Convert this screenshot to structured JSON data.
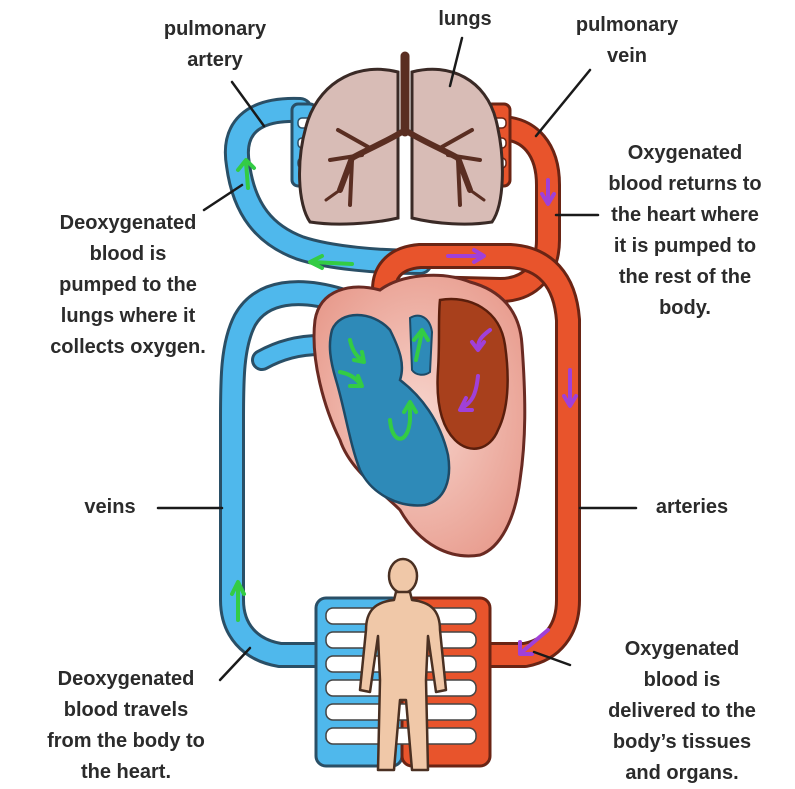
{
  "labels": {
    "pulmonary_artery": [
      "pulmonary",
      "artery"
    ],
    "lungs": [
      "lungs"
    ],
    "pulmonary_vein": [
      "pulmonary",
      "vein"
    ],
    "oxygenated_returns": [
      "Oxygenated",
      "blood returns to",
      "the heart where",
      "it is pumped to",
      "the rest of the",
      "body."
    ],
    "deoxygenated_pumped": [
      "Deoxygenated",
      "blood is",
      "pumped to the",
      "lungs where it",
      "collects oxygen."
    ],
    "veins": [
      "veins"
    ],
    "arteries": [
      "arteries"
    ],
    "deoxygenated_travels": [
      "Deoxygenated",
      "blood travels",
      "from the body to",
      "the heart."
    ],
    "oxygenated_delivered": [
      "Oxygenated",
      "blood is",
      "delivered to the",
      "body’s tissues",
      "and organs."
    ]
  },
  "colors": {
    "deoxygenated_vessel": "#4fb8ec",
    "oxygenated_vessel": "#e8542c",
    "heart_wall": "#f4c4bc",
    "heart_right_chamber": "#2e8ab8",
    "heart_left_chamber": "#a8401c",
    "lung": "#d8bcb6",
    "bronchi": "#5a2e22",
    "body_figure": "#f0c8a8",
    "arrow_deoxygenated": "#33cc44",
    "arrow_oxygenated": "#a040d8",
    "text": "#2b2b2b"
  }
}
